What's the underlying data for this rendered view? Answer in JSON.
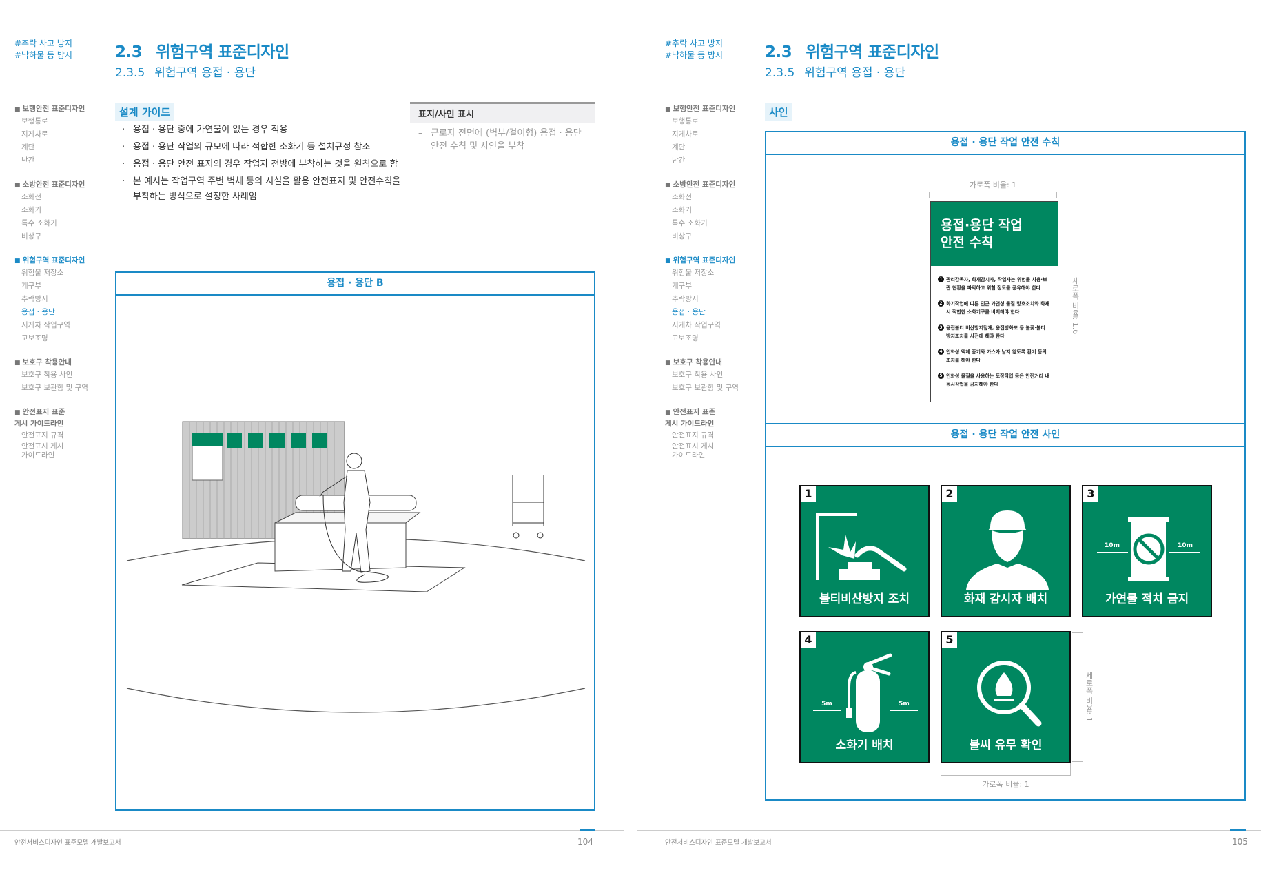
{
  "tags": [
    "#추락 사고 방지",
    "#낙하물 등 방지"
  ],
  "header": {
    "section_num": "2.3",
    "section_title": "위험구역 표준디자인",
    "sub_num": "2.3.5",
    "sub_title": "위험구역 용접 · 용단"
  },
  "sidebar": [
    {
      "group": "보행안전 표준디자인",
      "items": [
        "보행통로",
        "지게차로",
        "계단",
        "난간"
      ]
    },
    {
      "group": "소방안전 표준디자인",
      "items": [
        "소화전",
        "소화기",
        "특수 소화기",
        "비상구"
      ]
    },
    {
      "group": "위험구역 표준디자인",
      "items": [
        "위험물 저장소",
        "개구부",
        "추락방지",
        "용접 · 용단",
        "지게차 작업구역",
        "고보조명"
      ]
    },
    {
      "group": "보호구 착용안내",
      "items": [
        "보호구 착용 사인",
        "보호구 보관함 및 구역"
      ]
    },
    {
      "group": "안전표지 표준\n게시 가이드라인",
      "items": [
        "안전표지 규격",
        "안전표시 게시\n가이드라인"
      ]
    }
  ],
  "left": {
    "guide_label": "설계 가이드",
    "bullets": [
      "용접 · 용단 중에 가연물이 없는 경우 적용",
      "용접 · 용단 작업의 규모에 따라 적합한 소화기 등 설치규정 참조",
      "용접 · 용단 안전 표지의 경우 작업자 전방에 부착하는 것을 원칙으로 함",
      "본 예시는 작업구역 주변 벽체 등의 시설을 활용 안전표지 및 안전수칙을 부착하는 방식으로 설정한 사례임"
    ],
    "sign_box_title": "표지/사인 표시",
    "sign_box_text": "근로자 전면에 (벽부/걸이형) 용접 · 용단 안전 수칙 및 사인을 부착",
    "diagram_title": "용접 · 용단 B"
  },
  "right": {
    "label": "사인",
    "rules_title": "용접 · 용단 작업 안전 수칙",
    "board": {
      "title_line1": "용접·용단 작업",
      "title_line2": "안전 수칙",
      "rules": [
        "관리감독자, 화재감시자, 작업자는 위험물 사용·보관 현황을 파악하고 위험 정도를 공유해야 한다",
        "화기작업에 따른 인근 가연성 물질 방호조치와 화재 시 적합한 소화기구를 비치해야 한다",
        "용접불티 비산방지덮개, 용접방화포 등 불꽃·불티 방지조치를 사전에 해야 한다",
        "인화성 액체 증기와 가스가 남지 않도록 환기 등의 조치를 해야 한다",
        "인화성 물질을 사용하는 도장작업 등은 안전거리 내 동시작업을 금지해야 한다"
      ]
    },
    "width_ratio": "가로폭 비율: 1",
    "height_ratio_board": "세로폭 비율: 1.6",
    "height_ratio_sign": "세로폭 비율: 1",
    "signs_title": "용접 · 용단 작업 안전 사인",
    "signs": [
      {
        "num": "1",
        "label": "불티비산방지 조치",
        "icon": "spark-barrier-icon"
      },
      {
        "num": "2",
        "label": "화재 감시자 배치",
        "icon": "fire-watcher-icon"
      },
      {
        "num": "3",
        "label": "가연물 적치 금지",
        "icon": "no-combustibles-icon",
        "dist": "10m"
      },
      {
        "num": "4",
        "label": "소화기 배치",
        "icon": "fire-extinguisher-icon",
        "dist": "5m"
      },
      {
        "num": "5",
        "label": "불씨 유무 확인",
        "icon": "fire-search-icon"
      }
    ]
  },
  "footer": {
    "doc": "안전서비스디자인 표준모델 개발보고서",
    "page_left": "104",
    "page_right": "105"
  },
  "colors": {
    "accent": "#1a8ac6",
    "sign_green": "#008760"
  }
}
